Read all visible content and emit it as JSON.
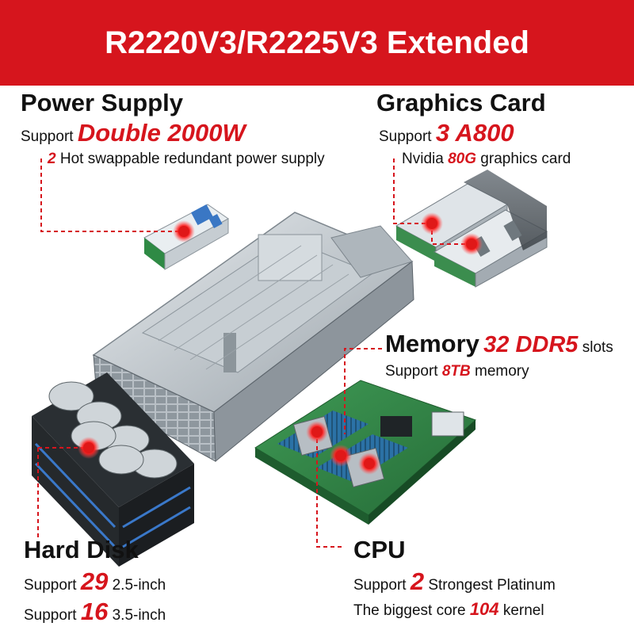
{
  "banner": {
    "title": "R2220V3/R2225V3 Extended Configuration"
  },
  "power": {
    "heading": "Power Supply",
    "support": "Support",
    "value": "Double 2000W",
    "count": "2",
    "desc": "Hot swappable redundant power supply"
  },
  "graphics": {
    "heading": "Graphics Card",
    "support": "Support",
    "value": "3 A800",
    "brand": "Nvidia",
    "mem": "80G",
    "desc": "graphics card"
  },
  "memory": {
    "heading": "Memory",
    "value": "32 DDR5",
    "unit": "slots",
    "support": "Support",
    "cap": "8TB",
    "desc": "memory"
  },
  "hdd": {
    "heading": "Hard Disk",
    "support1": "Support",
    "count1": "29",
    "size1": "2.5-inch",
    "support2": "Support",
    "count2": "16",
    "size2": "3.5-inch"
  },
  "cpu": {
    "heading": "CPU",
    "support": "Support",
    "count": "2",
    "desc": "Strongest Platinum",
    "core_label": "The biggest core",
    "cores": "104",
    "unit": "kernel"
  },
  "colors": {
    "accent": "#d6151d",
    "text": "#111111",
    "banner_text": "#ffffff"
  }
}
